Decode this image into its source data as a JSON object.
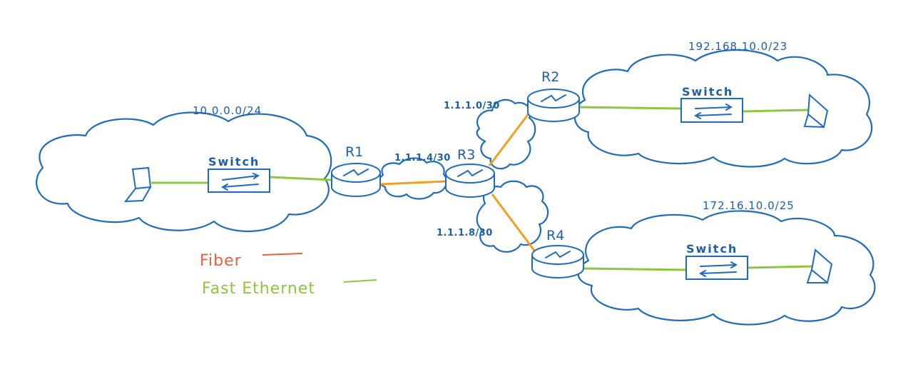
{
  "colors": {
    "outline": "#1f6bbd",
    "fiber": "#f0a020",
    "fast_ethernet": "#8dc63f",
    "fiber_legend": "#e8613c",
    "ethernet_legend": "#8dc63f"
  },
  "networks": {
    "lan_left": "10.0.0.0/24",
    "lan_r2": "192.168.10.0/23",
    "lan_r4": "172.16.10.0/25"
  },
  "links": {
    "r1_r3": "1.1.1.4/30",
    "r3_r2": "1.1.1.0/30",
    "r3_r4": "1.1.1.8/30"
  },
  "routers": [
    "R1",
    "R2",
    "R3",
    "R4"
  ],
  "switch_label": "Switch",
  "legend": {
    "fiber": "Fiber",
    "fast_ethernet": "Fast Ethernet"
  },
  "icons": [
    "router-icon",
    "switch-icon",
    "laptop-icon",
    "cloud-icon"
  ]
}
